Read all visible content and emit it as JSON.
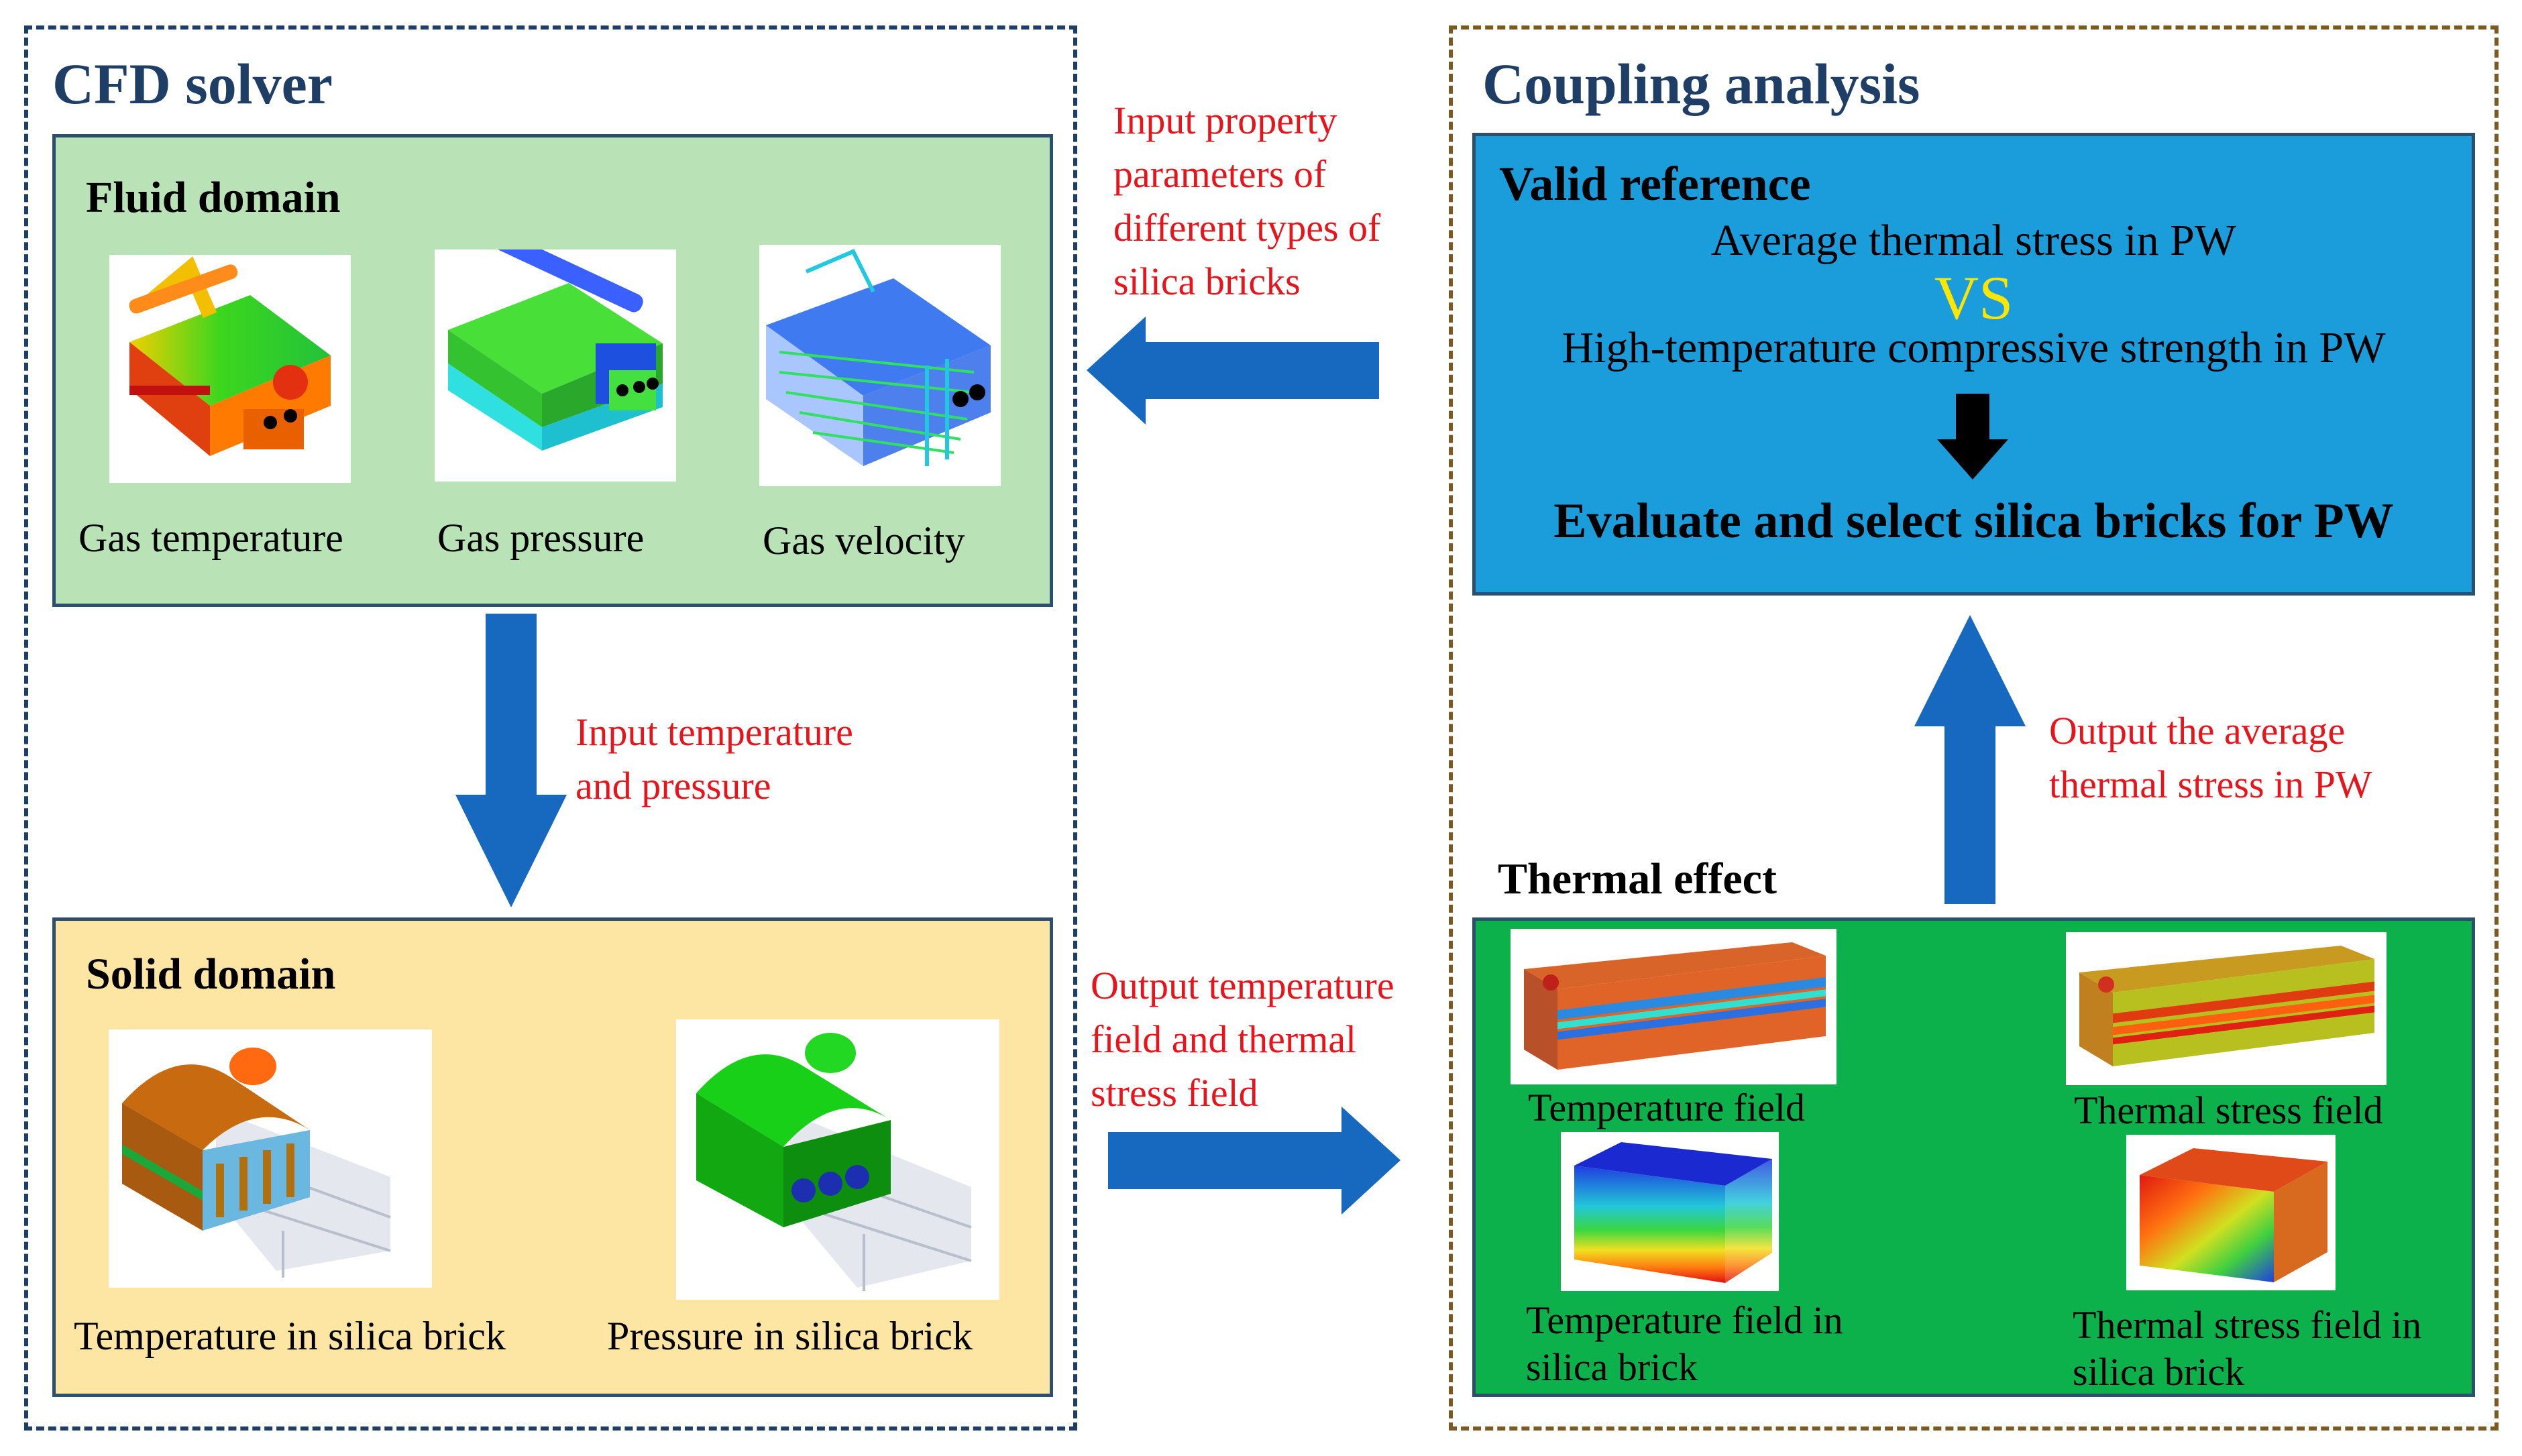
{
  "cfd": {
    "title": "CFD solver",
    "fluid": {
      "title": "Fluid domain",
      "captions": [
        "Gas temperature",
        "Gas pressure",
        "Gas velocity"
      ]
    },
    "solid": {
      "title": "Solid domain",
      "captions": [
        "Temperature in silica brick",
        "Pressure in silica brick"
      ]
    }
  },
  "coupling": {
    "title": "Coupling analysis",
    "valid": {
      "title": "Valid reference",
      "line1": "Average thermal stress in PW",
      "vs": "VS",
      "line2": "High-temperature compressive strength in PW",
      "result": "Evaluate and select silica bricks for PW"
    },
    "thermal": {
      "title": "Thermal effect",
      "cap_temp_field": "Temperature field",
      "cap_stress_field": "Thermal stress field",
      "cap_temp_brick_1": "Temperature field in",
      "cap_temp_brick_2": "silica brick",
      "cap_stress_brick_1": "Thermal stress field in",
      "cap_stress_brick_2": "silica brick"
    }
  },
  "flows": {
    "input_property": [
      "Input property",
      "parameters of",
      "different types of",
      "silica bricks"
    ],
    "input_temp": [
      "Input temperature",
      "and pressure"
    ],
    "output_field": [
      "Output temperature",
      "field and thermal",
      "stress field"
    ],
    "output_average": [
      "Output the average",
      "thermal stress in PW"
    ]
  },
  "colors": {
    "navy": "#1f3e66",
    "fluid_bg": "#b9e2b6",
    "solid_bg": "#fde5a4",
    "valid_bg": "#1b9ddc",
    "thermal_bg": "#0db14b",
    "arrow": "#1769c0",
    "red_text": "#e8141c",
    "vs": "#ffe600"
  }
}
